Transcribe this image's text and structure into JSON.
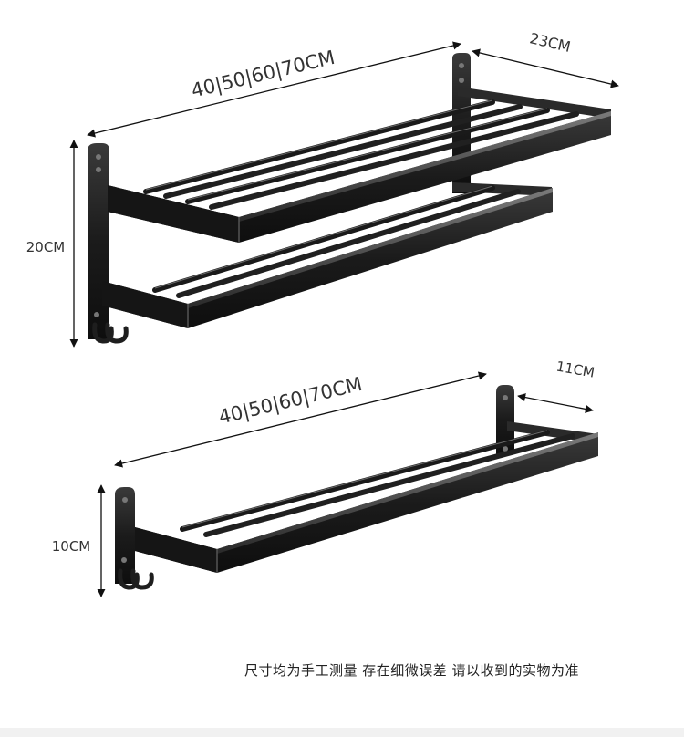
{
  "top_rack": {
    "length_label": "40|50|60|70CM",
    "depth_label": "23CM",
    "height_label": "20CM"
  },
  "bottom_rack": {
    "length_label": "40|50|60|70CM",
    "depth_label": "11CM",
    "height_label": "10CM"
  },
  "note": "尺寸均为手工测量 存在细微误差 请以收到的实物为准",
  "colors": {
    "rack": "#1e1e1e",
    "rack_highlight": "#5a5a5a",
    "dimension_line": "#111111",
    "text": "#333333"
  },
  "icons": [
    "arrow-icon",
    "hook-icon"
  ]
}
